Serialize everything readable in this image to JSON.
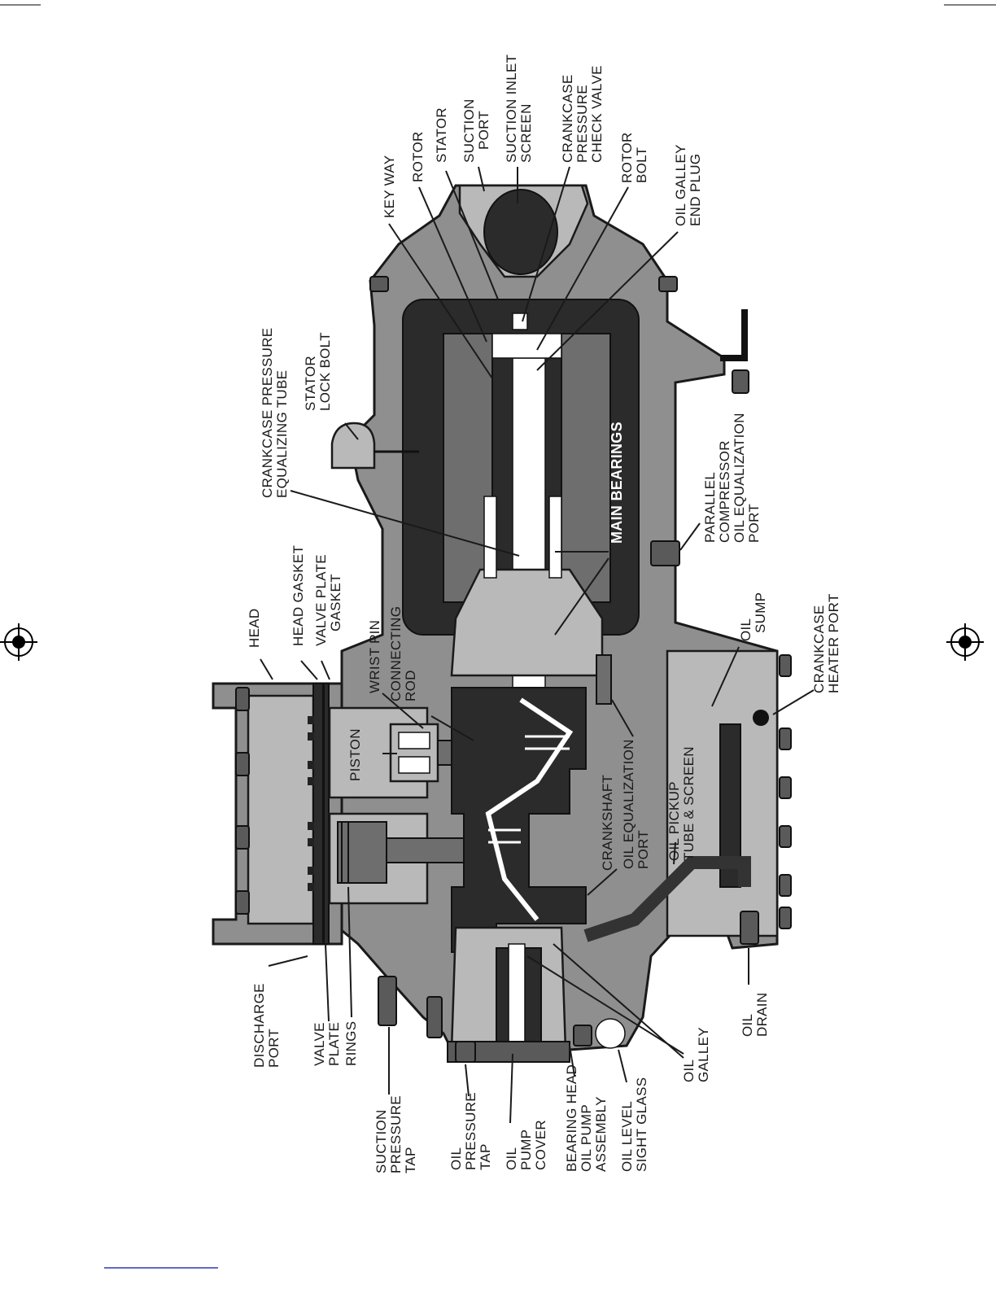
{
  "labels": {
    "key_way": "KEY WAY",
    "rotor": "ROTOR",
    "stator": "STATOR",
    "suction_port": [
      "SUCTION",
      "PORT"
    ],
    "suction_inlet_screen": [
      "SUCTION INLET",
      "SCREEN"
    ],
    "crankcase_pressure_check_valve": [
      "CRANKCASE",
      "PRESSURE",
      "CHECK VALVE"
    ],
    "rotor_bolt": [
      "ROTOR",
      "BOLT"
    ],
    "oil_galley_end_plug": [
      "OIL GALLEY",
      "END PLUG"
    ],
    "crankcase_pressure_equalizing_tube": [
      "CRANKCASE PRESSURE",
      "EQUALIZING TUBE"
    ],
    "stator_lock_bolt": [
      "STATOR",
      "LOCK BOLT"
    ],
    "main_bearings": "MAIN BEARINGS",
    "parallel_compressor": [
      "PARALLEL",
      "COMPRESSOR",
      "OIL EQUALIZATION",
      "PORT"
    ],
    "head": "HEAD",
    "head_gasket": "HEAD GASKET",
    "valve_plate_gasket": [
      "VALVE PLATE",
      "GASKET"
    ],
    "wrist_pin": "WRIST PIN",
    "connecting_rod": [
      "CONNECTING",
      "ROD"
    ],
    "piston": "PISTON",
    "oil_sump": [
      "OIL",
      "SUMP"
    ],
    "crankcase_heater_port": [
      "CRANKCASE",
      "HEATER PORT"
    ],
    "crankshaft": "CRANKSHAFT",
    "oil_equalization_port": [
      "OIL EQUALIZATION",
      "PORT"
    ],
    "oil_pickup": [
      "OIL PICKUP",
      "TUBE & SCREEN"
    ],
    "discharge_port": [
      "DISCHARGE",
      "PORT"
    ],
    "valve_plate": [
      "VALVE",
      "PLATE"
    ],
    "rings": "RINGS",
    "suction_pressure_tap": [
      "SUCTION",
      "PRESSURE",
      "TAP"
    ],
    "oil_pressure_tap": [
      "OIL",
      "PRESSURE",
      "TAP"
    ],
    "oil_pump_cover": [
      "OIL",
      "PUMP",
      "COVER"
    ],
    "bearing_head": [
      "BEARING HEAD",
      "OIL PUMP",
      "ASSEMBLY"
    ],
    "oil_level_sight_glass": [
      "OIL LEVEL",
      "SIGHT GLASS"
    ],
    "oil_galley": [
      "OIL",
      "GALLEY"
    ],
    "oil_drain": [
      "OIL",
      "DRAIN"
    ]
  },
  "colors": {
    "casting": "#8f8f8f",
    "light_casting": "#b9b9b9",
    "motor": "#2b2b2b",
    "outline": "#1a1a1a"
  }
}
